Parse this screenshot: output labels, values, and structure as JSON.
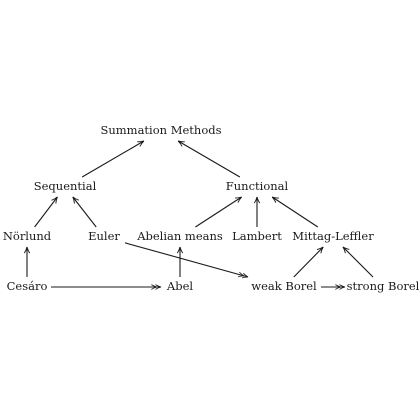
{
  "nodes": [
    {
      "id": "summation",
      "label": "Summation Methods"
    },
    {
      "id": "sequential",
      "label": "Sequential"
    },
    {
      "id": "functional",
      "label": "Functional"
    },
    {
      "id": "norlund",
      "label": "Nörlund"
    },
    {
      "id": "euler",
      "label": "Euler"
    },
    {
      "id": "abelian",
      "label": "Abelian means"
    },
    {
      "id": "lambert",
      "label": "Lambert"
    },
    {
      "id": "mittag",
      "label": "Mittag-Leffler"
    },
    {
      "id": "cesaro",
      "label": "Cesáro"
    },
    {
      "id": "abel",
      "label": "Abel"
    },
    {
      "id": "weakborel",
      "label": "weak Borel"
    },
    {
      "id": "strongborel",
      "label": "strong Borel"
    }
  ],
  "edges": [
    {
      "from": "sequential",
      "to": "summation",
      "style": "arrow"
    },
    {
      "from": "functional",
      "to": "summation",
      "style": "arrow"
    },
    {
      "from": "norlund",
      "to": "sequential",
      "style": "arrow"
    },
    {
      "from": "euler",
      "to": "sequential",
      "style": "arrow"
    },
    {
      "from": "abelian",
      "to": "functional",
      "style": "arrow"
    },
    {
      "from": "lambert",
      "to": "functional",
      "style": "arrow"
    },
    {
      "from": "mittag",
      "to": "functional",
      "style": "arrow"
    },
    {
      "from": "cesaro",
      "to": "norlund",
      "style": "arrow"
    },
    {
      "from": "abel",
      "to": "abelian",
      "style": "arrow"
    },
    {
      "from": "cesaro",
      "to": "abel",
      "style": "double-arrow"
    },
    {
      "from": "euler",
      "to": "weakborel",
      "style": "double-arrow"
    },
    {
      "from": "weakborel",
      "to": "mittag",
      "style": "arrow"
    },
    {
      "from": "strongborel",
      "to": "mittag",
      "style": "arrow"
    },
    {
      "from": "weakborel",
      "to": "strongborel",
      "style": "double-arrow"
    }
  ]
}
